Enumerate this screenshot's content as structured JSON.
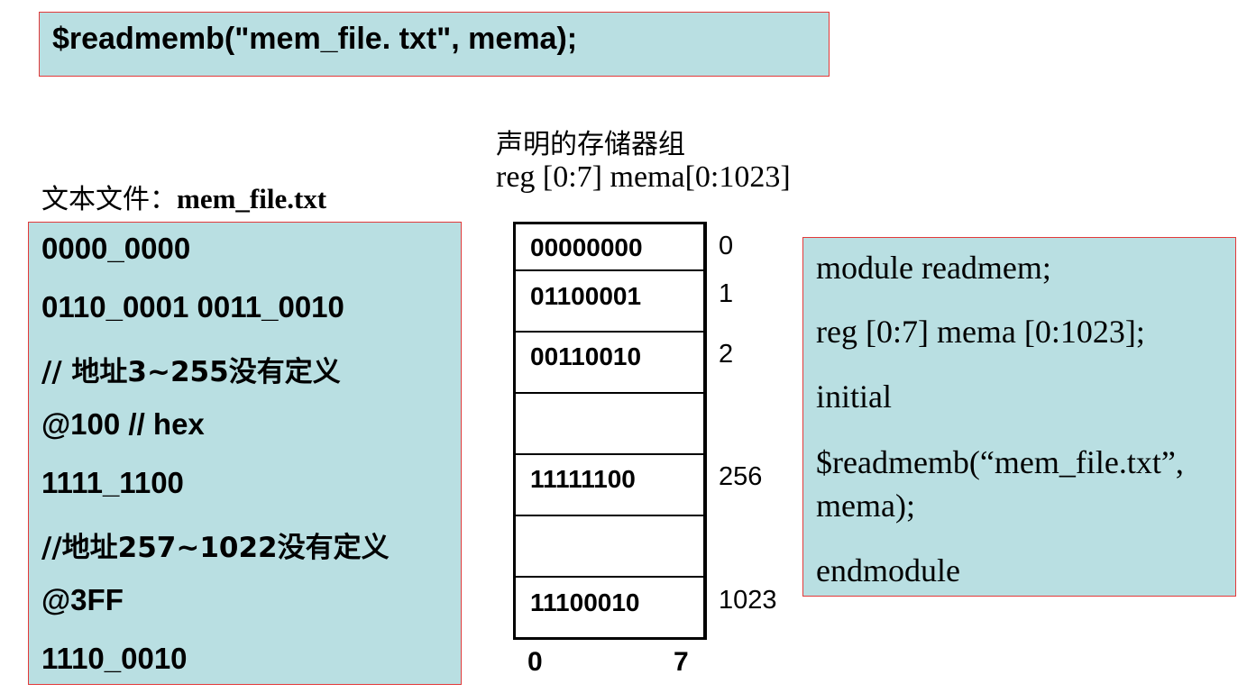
{
  "title_code": "$readmemb(\"mem_file. txt\", mema);",
  "file_caption": {
    "label": "文本文件：",
    "filename": "mem_file.txt"
  },
  "file_lines": [
    "0000_0000",
    "0110_0001 0011_0010",
    "// 地址3~255没有定义",
    "@100 // hex",
    "1111_1100",
    "//地址257~1022没有定义",
    "@3FF",
    "1110_0010"
  ],
  "declaration": {
    "title": "声明的存储器组",
    "code": "reg [0:7] mema[0:1023]"
  },
  "memory_rows": [
    {
      "value": "00000000",
      "address": "0"
    },
    {
      "value": "01100001",
      "address": "1"
    },
    {
      "value": "00110010",
      "address": "2"
    },
    {
      "value": "",
      "address": ""
    },
    {
      "value": "11111100",
      "address": "256"
    },
    {
      "value": "",
      "address": ""
    },
    {
      "value": "11100010",
      "address": "1023"
    }
  ],
  "bit_labels": {
    "msb": "0",
    "lsb": "7"
  },
  "module_code": [
    "module readmem;",
    "reg [0:7] mema [0:1023];",
    "initial",
    "$readmemb(“mem_file.txt”,",
    "mema);",
    "endmodule"
  ],
  "colors": {
    "box_fill": "#b9dfe2",
    "box_border": "#e23a3a"
  }
}
